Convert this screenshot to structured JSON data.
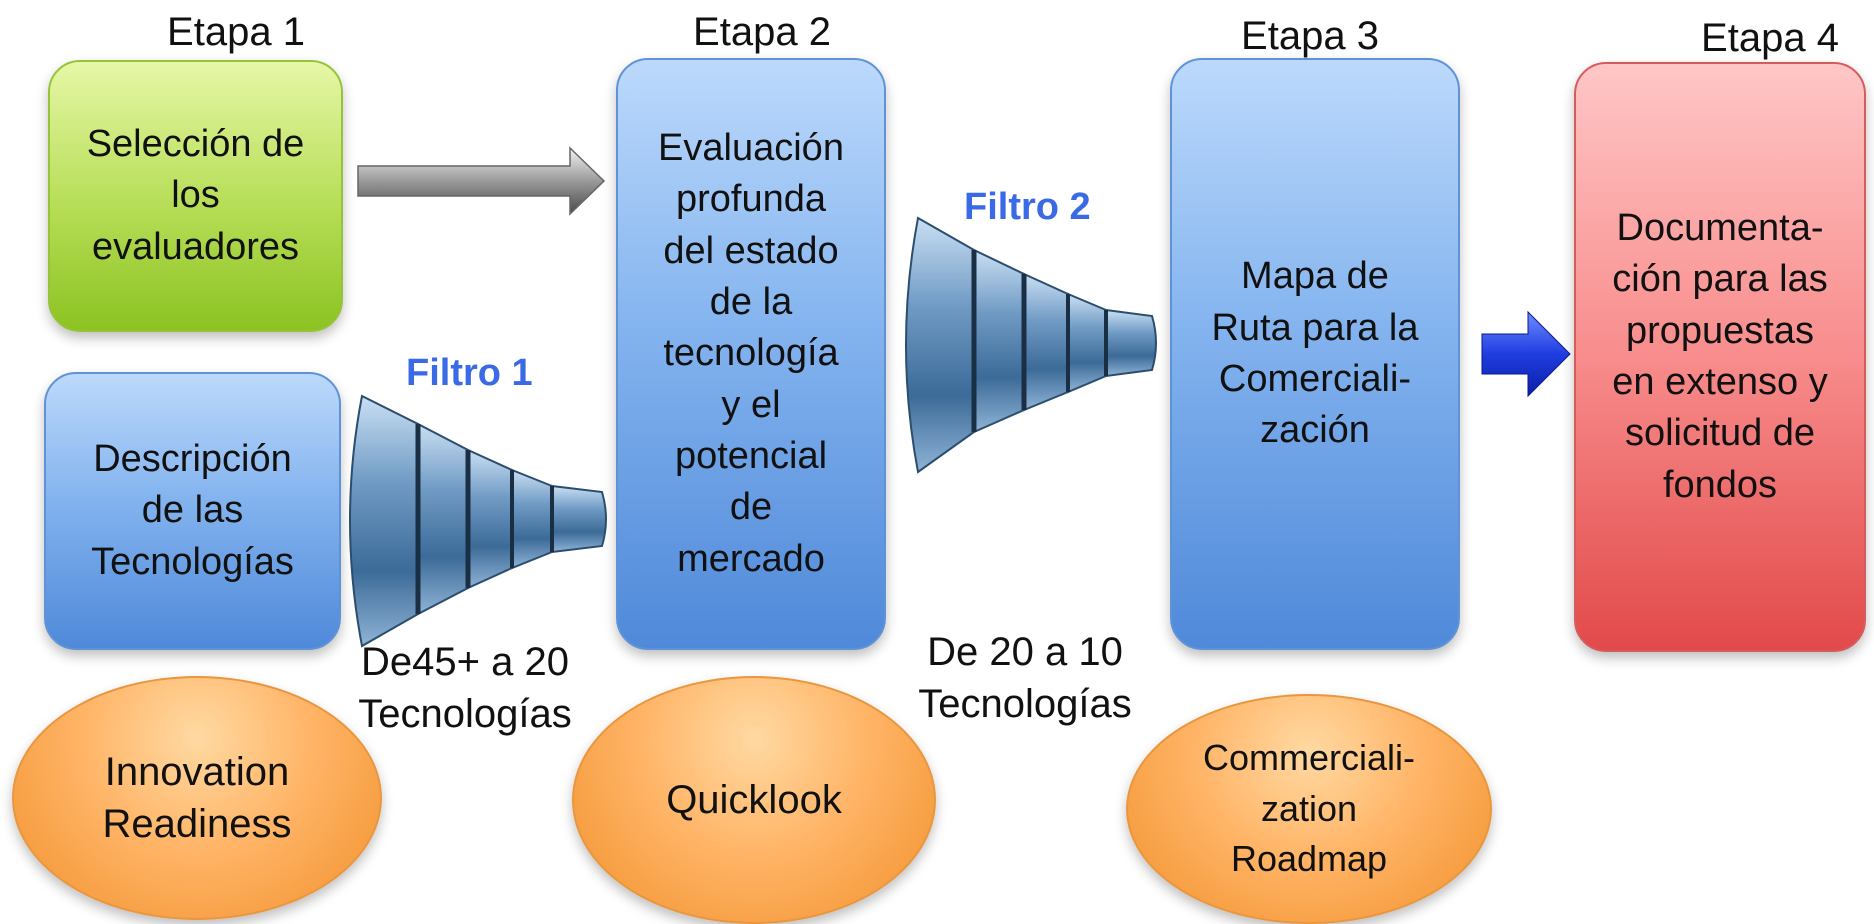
{
  "stages": [
    {
      "title": "Etapa 1"
    },
    {
      "title": "Etapa 2"
    },
    {
      "title": "Etapa 3"
    },
    {
      "title": "Etapa 4"
    }
  ],
  "boxes": {
    "seleccion": "Selección de los evaluadores",
    "descripcion": "Descripción de las Tecnologías",
    "evaluacion": "Evaluación profunda del estado de la tecnología y el potencial de mercado",
    "mapa": "Mapa de Ruta para la Comerciali-zación",
    "documentacion": "Documenta-ción para las propuestas en extenso y solicitud de fondos"
  },
  "filters": {
    "filtro1": {
      "label": "Filtro 1",
      "caption": "De45+ a 20 Tecnologías"
    },
    "filtro2": {
      "label": "Filtro 2",
      "caption": "De 20 a 10 Tecnologías"
    }
  },
  "ovals": {
    "innovation": "Innovation Readiness",
    "quicklook": "Quicklook",
    "roadmap": "Commerciali-zation Roadmap"
  },
  "colors": {
    "stage1_box": "#b5dd55",
    "stage_box_blue": "#84b4ef",
    "stage4_box": "#f88c8c",
    "oval": "#ffb466",
    "filter_label": "#3b6ae6",
    "arrow_blue": "#1f3de0",
    "arrow_gray": "#9a9a9a"
  },
  "icons": {
    "gray_arrow": "right-arrow-icon",
    "blue_arrow": "right-arrow-icon",
    "funnel": "funnel-icon"
  }
}
